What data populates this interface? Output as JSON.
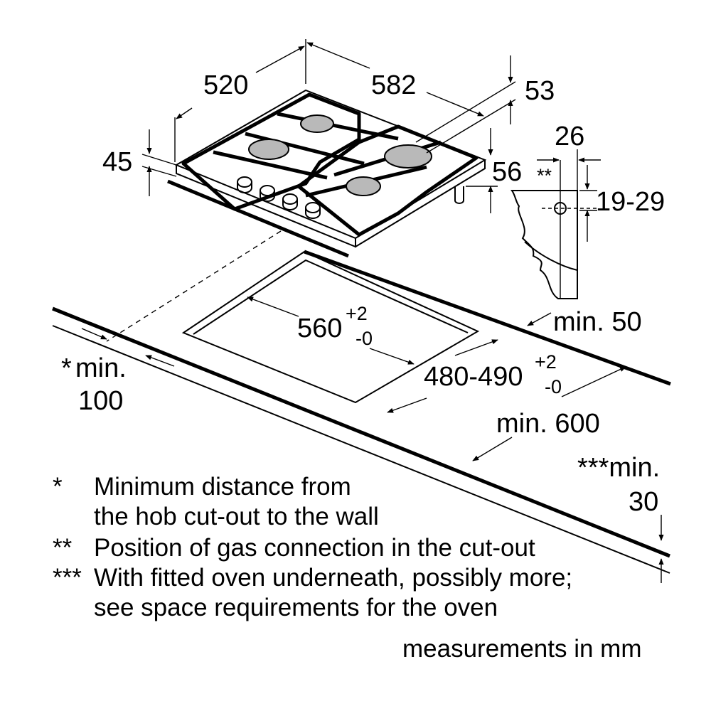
{
  "dimensions": {
    "width_520": "520",
    "depth_582": "582",
    "d53": "53",
    "h45": "45",
    "d56": "56",
    "d26": "26",
    "stars2": "**",
    "range_19_29": "19-29",
    "min50": "min. 50",
    "cut560": "560",
    "cut560_tol_plus": "+2",
    "cut560_tol_minus": "-0",
    "cut480": "480-490",
    "cut480_tol_plus": "+2",
    "cut480_tol_minus": "-0",
    "min100_star": "*",
    "min100_a": "min.",
    "min100_b": "100",
    "min600": "min. 600",
    "min30_a": "***min.",
    "min30_b": "30"
  },
  "notes": [
    {
      "marker": "*",
      "lines": [
        "Minimum distance from",
        "the hob cut-out to the wall"
      ]
    },
    {
      "marker": "**",
      "lines": [
        "Position of gas connection in the cut-out"
      ]
    },
    {
      "marker": "***",
      "lines": [
        "With fitted oven underneath, possibly more;",
        "see space requirements for the oven"
      ]
    }
  ],
  "units": "measurements in mm"
}
